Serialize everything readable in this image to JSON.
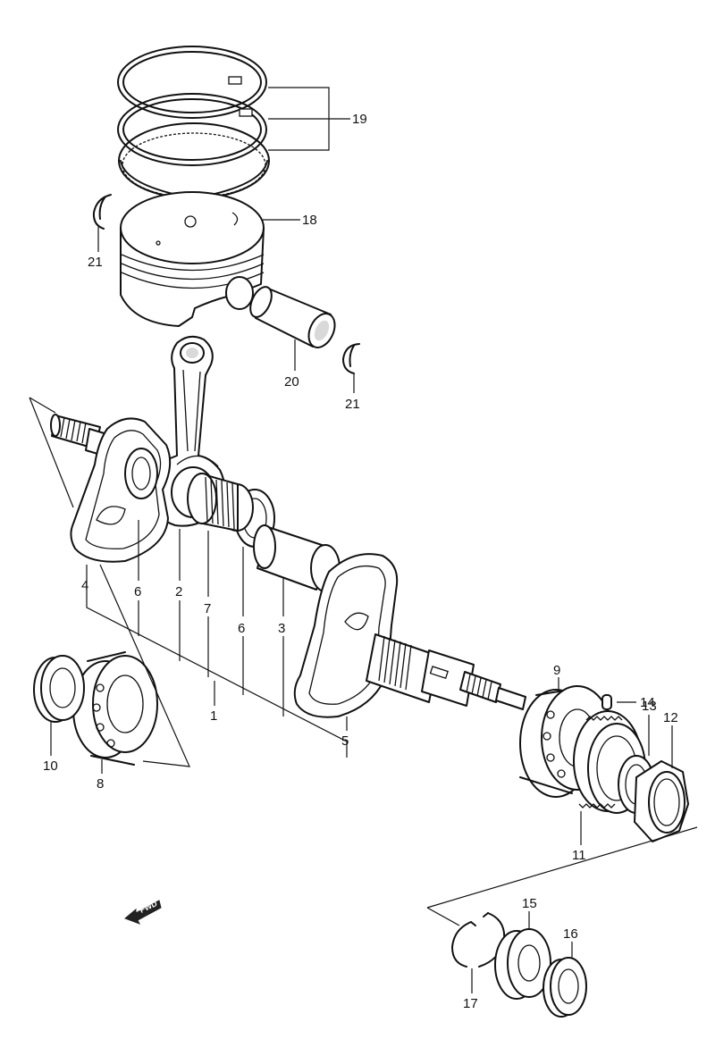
{
  "callouts": {
    "c1": "1",
    "c2": "2",
    "c3": "3",
    "c4": "4",
    "c5": "5",
    "c6a": "6",
    "c6b": "6",
    "c7": "7",
    "c8": "8",
    "c9": "9",
    "c10": "10",
    "c11": "11",
    "c12": "12",
    "c13": "13",
    "c14": "14",
    "c15": "15",
    "c16": "16",
    "c17": "17",
    "c18": "18",
    "c19": "19",
    "c20": "20",
    "c21a": "21",
    "c21b": "21"
  },
  "fwd_label": "FWD"
}
